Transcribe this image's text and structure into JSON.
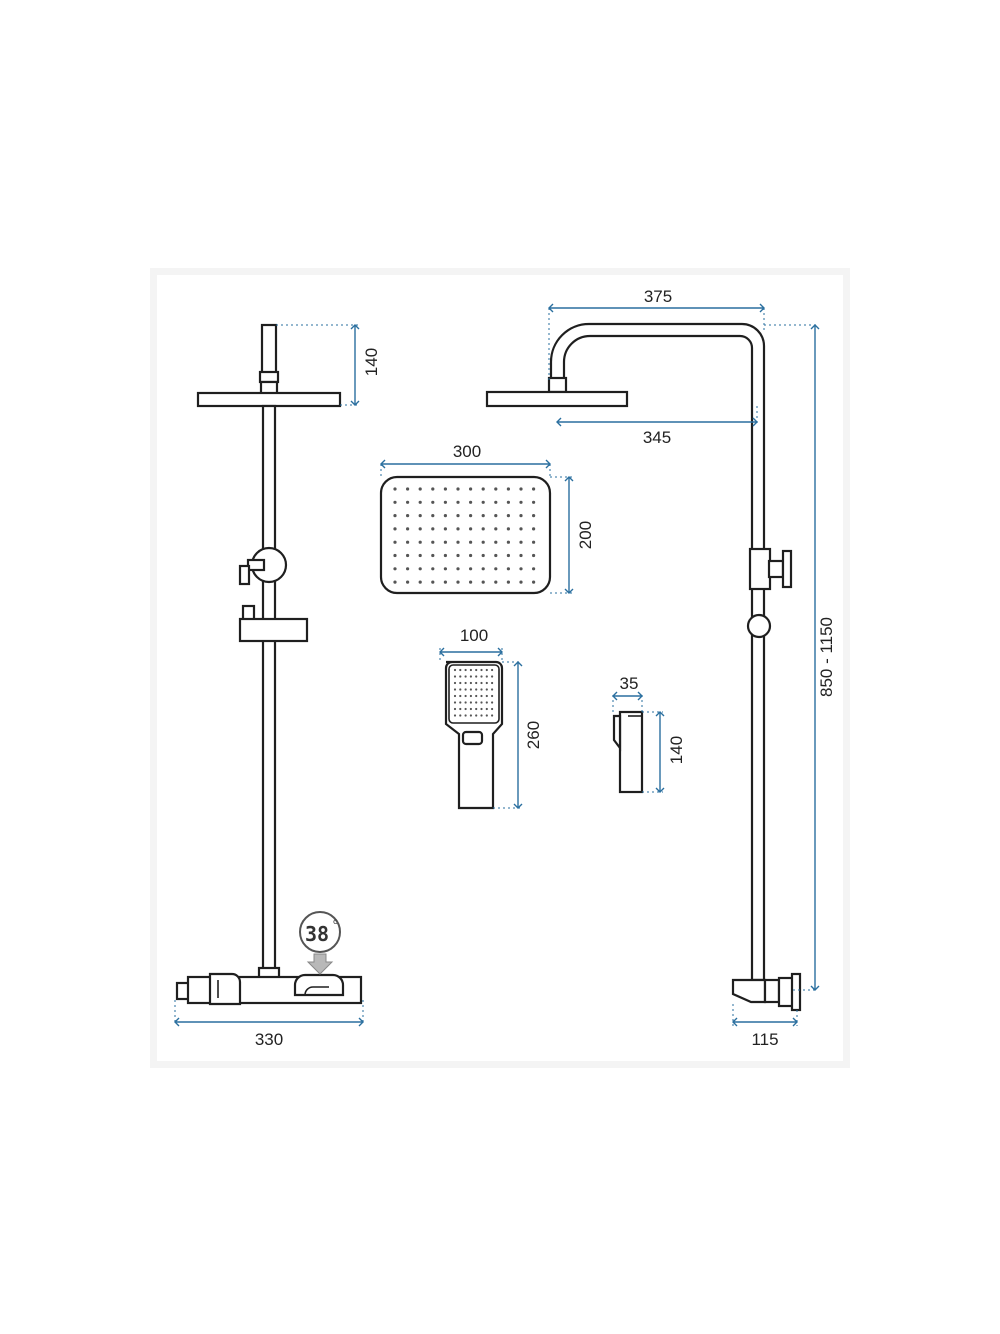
{
  "diagram": {
    "frame_color": "#f4f4f4",
    "line_color": "#1f1f1f",
    "dimension_color": "#2a6f9f",
    "display_reading": "38",
    "display_unit": "c",
    "dimensions": {
      "front_top_height": "140",
      "front_width": "330",
      "arm_length": "375",
      "arm_reach": "345",
      "total_height": "850 - 1150",
      "wall_depth": "115",
      "head_width": "300",
      "head_depth": "200",
      "hand_width": "100",
      "hand_length": "260",
      "holder_width": "35",
      "holder_height": "140"
    }
  }
}
